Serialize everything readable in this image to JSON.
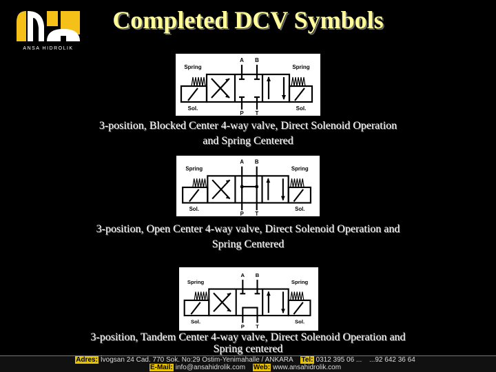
{
  "logo": {
    "text": "ANSA HIDROLIK",
    "colors": {
      "yellow": "#f5c118",
      "white": "#ffffff"
    }
  },
  "title": "Completed DCV Symbols",
  "diagram_labels": {
    "spring": "Spring",
    "sol": "Sol.",
    "a": "A",
    "b": "B",
    "p": "P",
    "t": "T"
  },
  "diagrams": [
    {
      "center": "blocked",
      "caption1": "3-position, Blocked Center 4-way valve, Direct Solenoid Operation",
      "caption2": "and Spring Centered"
    },
    {
      "center": "open",
      "caption1": "3-position, Open Center 4-way valve, Direct Solenoid Operation and",
      "caption2": "Spring Centered"
    },
    {
      "center": "tandem",
      "caption1": "3-position, Tandem Center 4-way valve, Direct Solenoid Operation and",
      "caption2": "Spring centered"
    }
  ],
  "footer": {
    "address_label": "Adres:",
    "address": "İvogsan 24 Cad. 770 Sok. No:29 Ostim-Yenimahalle / ANKARA",
    "tel_label": "Tel:",
    "tel": "0312 395 06 ...",
    "fax": "...92 642 36 64",
    "email_label": "E-Mail:",
    "email": "info@ansahidrolik.com",
    "web_label": "Web:",
    "web": "www.ansahidrolik.com"
  }
}
